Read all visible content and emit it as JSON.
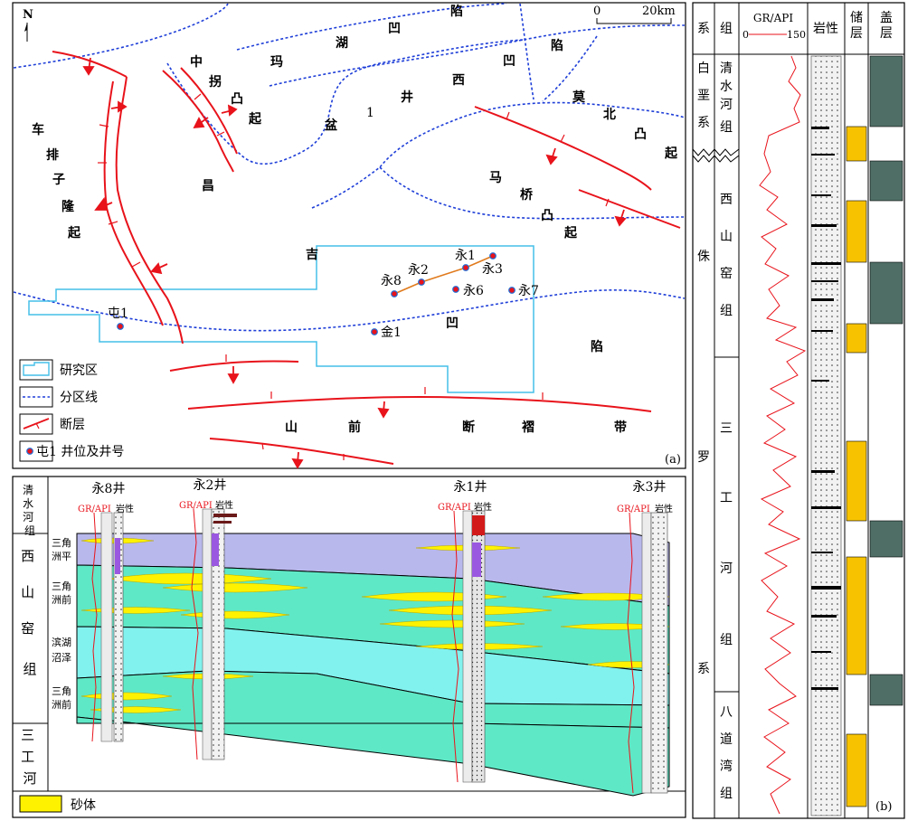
{
  "colors": {
    "fault": "#e8131b",
    "zone_line": "#1f3fd8",
    "study_area": "#45bfe8",
    "well_line": "#e07a1c",
    "sand": "#fff200",
    "delta_plain": "#b9b8ec",
    "delta_front": "#5fe8c6",
    "shore_lake": "#82f2ee",
    "cap_layer": "#4f6f66",
    "reservoir_fill": "#f7c300"
  },
  "map": {
    "panel_label": "(a)",
    "north": "N",
    "scale": {
      "zero": "0",
      "end": "20km"
    },
    "mark_1": "1",
    "regions": [
      {
        "chars": [
          "中",
          "拐",
          "凸",
          "起"
        ]
      },
      {
        "chars": [
          "玛",
          "湖",
          "凹",
          "陷"
        ]
      },
      {
        "chars": [
          "盆",
          "井",
          "西",
          "凹",
          "陷"
        ]
      },
      {
        "chars": [
          "车",
          "排",
          "子",
          "隆",
          "起"
        ]
      },
      {
        "chars": [
          "昌",
          "吉",
          "凹",
          "陷"
        ]
      },
      {
        "chars": [
          "莫",
          "北",
          "凸",
          "起"
        ]
      },
      {
        "chars": [
          "马",
          "桥",
          "凸",
          "起"
        ]
      },
      {
        "chars": [
          "山",
          "前",
          "断",
          "褶",
          "带"
        ]
      }
    ],
    "wells": [
      "永8",
      "永2",
      "永1",
      "永3",
      "永6",
      "永7",
      "屯1",
      "金1"
    ],
    "legend": [
      "研究区",
      "分区线",
      "断层",
      "屯1 井位及井号"
    ]
  },
  "section": {
    "header_left": "清水河组",
    "units": [
      {
        "label": "西山窑组",
        "facies": [
          "三角洲平原",
          "三角洲前缘",
          "滨湖沼泽",
          "三角洲前缘"
        ]
      },
      {
        "label": "三工河组"
      }
    ],
    "wells": [
      "永8井",
      "永2井",
      "永1井",
      "永3井"
    ],
    "col_gr": "GR/API",
    "col_lith": "岩性",
    "legend_sand": "砂体"
  },
  "column": {
    "panel_label": "(b)",
    "headers": {
      "system": "系",
      "formation": "组",
      "gr": "GR/API",
      "gr_min": "0",
      "gr_max": "150",
      "lith": "岩性",
      "reservoir": "储层",
      "cap": "盖层"
    },
    "systems": [
      {
        "name": "白垩系"
      },
      {
        "name": "侏罗系"
      }
    ],
    "formations": [
      {
        "name": "清水河组"
      },
      {
        "name": "西山窑组"
      },
      {
        "name": "三工河组"
      },
      {
        "name": "八道湾组"
      }
    ]
  }
}
